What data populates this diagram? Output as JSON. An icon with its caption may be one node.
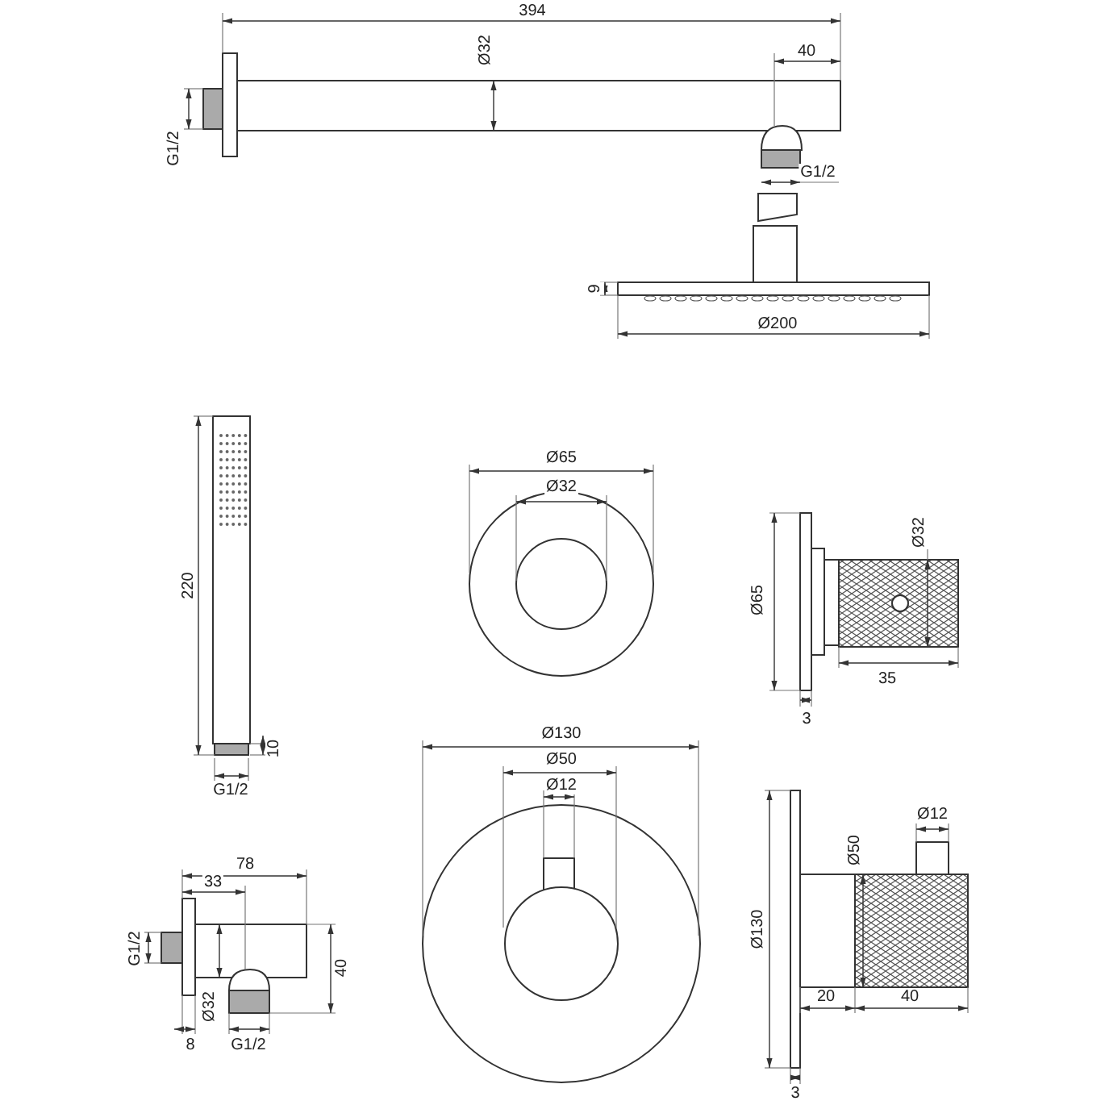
{
  "diagram": {
    "labels": [
      "394",
      "Ø32",
      "40",
      "G1/2",
      "G1/2",
      "9",
      "Ø200",
      "220",
      "10",
      "G1/2",
      "Ø65",
      "Ø32",
      "Ø65",
      "Ø32",
      "35",
      "3",
      "Ø130",
      "Ø50",
      "Ø12",
      "Ø130",
      "Ø50",
      "Ø12",
      "20",
      "40",
      "3",
      "78",
      "33",
      "G1/2",
      "40",
      "Ø32",
      "8",
      "G1/2"
    ]
  }
}
